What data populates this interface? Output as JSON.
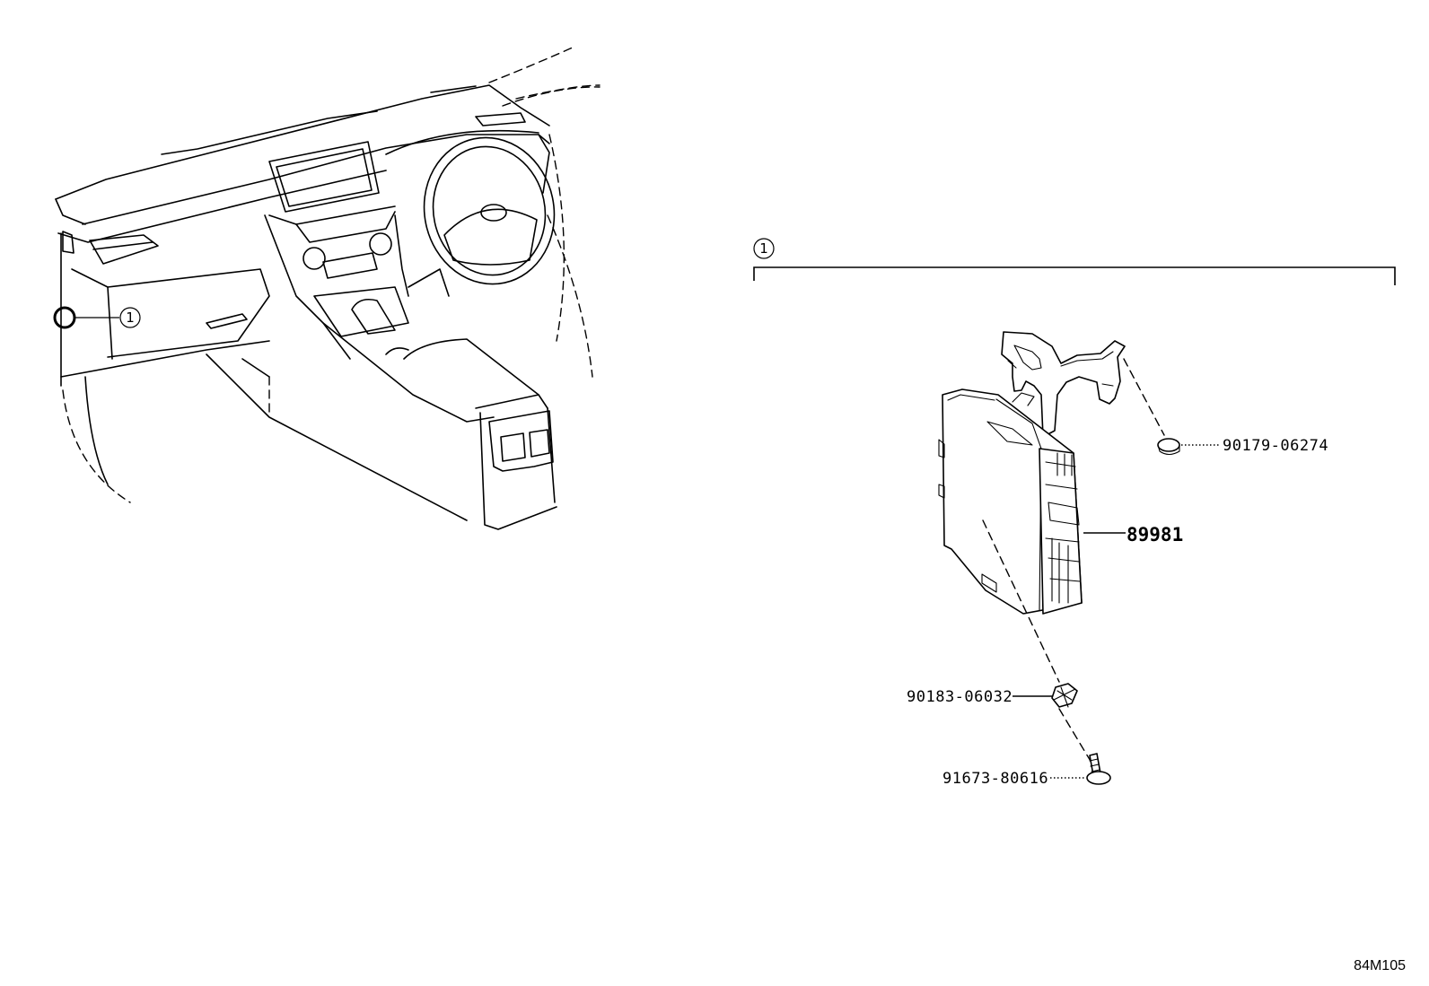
{
  "callouts": {
    "vehicle_location": "1",
    "assembly_group": "1"
  },
  "parts": {
    "nut": "90179-06274",
    "ecu": "89981",
    "clip": "90183-06032",
    "screw": "91673-80616"
  },
  "diagram_code": "84M105"
}
